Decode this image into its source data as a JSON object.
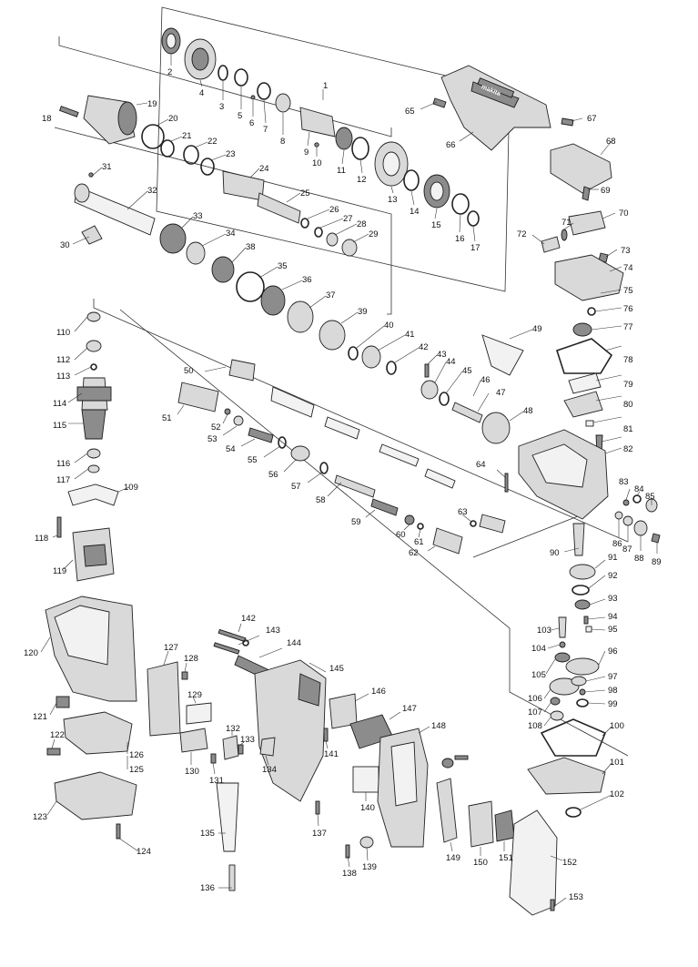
{
  "brand": "makita",
  "diagram": {
    "labels": [
      "1",
      "2",
      "3",
      "4",
      "5",
      "6",
      "7",
      "8",
      "9",
      "10",
      "11",
      "12",
      "13",
      "14",
      "15",
      "16",
      "17",
      "18",
      "19",
      "20",
      "21",
      "22",
      "23",
      "24",
      "25",
      "26",
      "27",
      "28",
      "29",
      "30",
      "31",
      "32",
      "33",
      "34",
      "35",
      "36",
      "37",
      "38",
      "39",
      "40",
      "41",
      "42",
      "43",
      "44",
      "45",
      "46",
      "47",
      "48",
      "49",
      "50",
      "51",
      "52",
      "53",
      "54",
      "55",
      "56",
      "57",
      "58",
      "59",
      "60",
      "61",
      "62",
      "63",
      "64",
      "65",
      "66",
      "67",
      "68",
      "69",
      "70",
      "71",
      "72",
      "73",
      "74",
      "75",
      "76",
      "77",
      "78",
      "79",
      "80",
      "81",
      "82",
      "83",
      "84",
      "85",
      "86",
      "87",
      "88",
      "89",
      "90",
      "91",
      "92",
      "93",
      "94",
      "95",
      "96",
      "97",
      "98",
      "99",
      "100",
      "101",
      "102",
      "103",
      "104",
      "105",
      "106",
      "107",
      "108",
      "109",
      "110",
      "112",
      "113",
      "114",
      "115",
      "116",
      "117",
      "118",
      "119",
      "120",
      "121",
      "122",
      "123",
      "124",
      "125",
      "126",
      "127",
      "128",
      "129",
      "130",
      "131",
      "132",
      "133",
      "134",
      "135",
      "136",
      "137",
      "138",
      "139",
      "140",
      "141",
      "142",
      "143",
      "144",
      "145",
      "146",
      "147",
      "148",
      "149",
      "150",
      "151",
      "152",
      "153"
    ]
  }
}
